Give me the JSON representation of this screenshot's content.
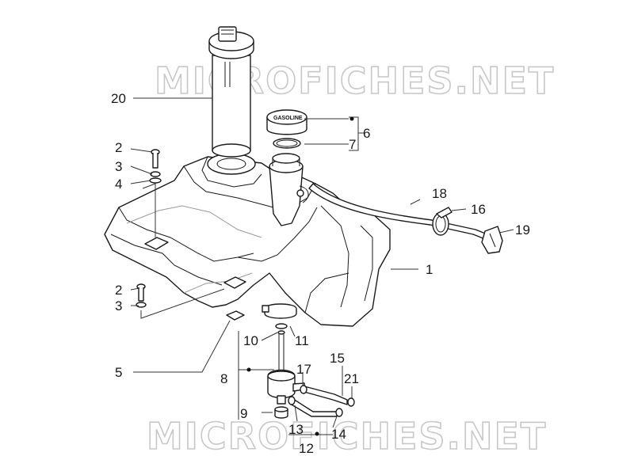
{
  "watermark": {
    "text": "MICROFICHES.NET"
  },
  "cap_label": "GASOLINE",
  "callouts": {
    "n1": "1",
    "n2a": "2",
    "n2b": "2",
    "n3a": "3",
    "n3b": "3",
    "n4": "4",
    "n5": "5",
    "n6": "6",
    "n7": "7",
    "n8": "8",
    "n9": "9",
    "n10": "10",
    "n11": "11",
    "n12": "12",
    "n13": "13",
    "n14": "14",
    "n15": "15",
    "n16": "16",
    "n17": "17",
    "n18": "18",
    "n19": "19",
    "n20": "20",
    "n21": "21"
  }
}
